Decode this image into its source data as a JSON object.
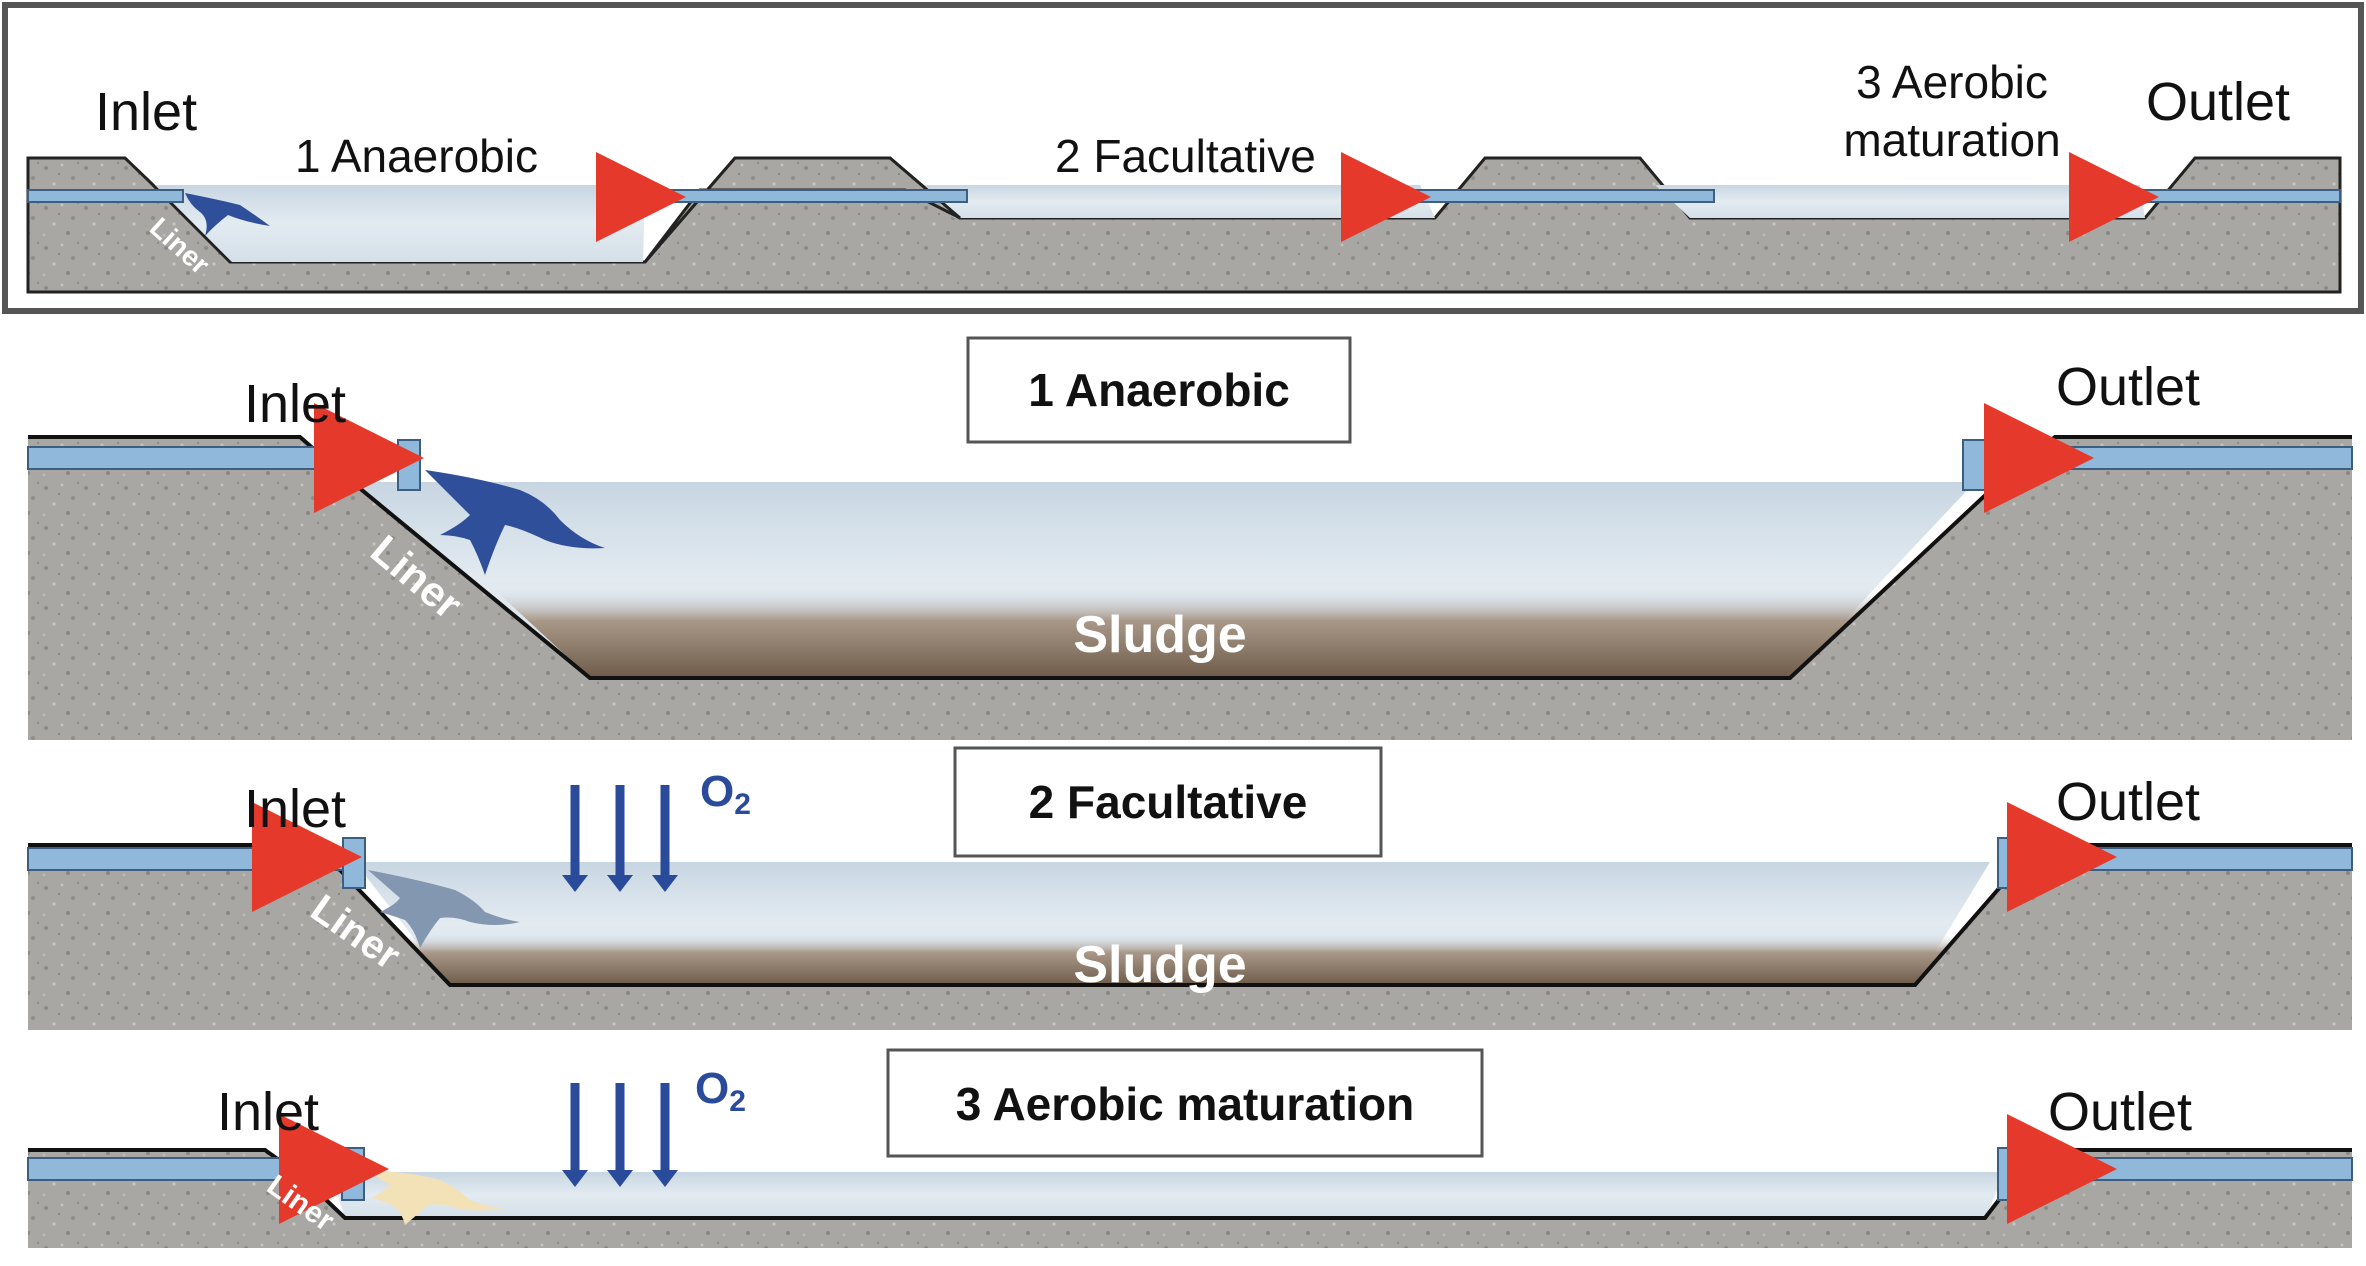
{
  "overview": {
    "inlet": "Inlet",
    "outlet": "Outlet",
    "pond1": "1 Anaerobic",
    "pond2": "2 Facultative",
    "pond3_line1": "3 Aerobic",
    "pond3_line2": "maturation",
    "liner": "Liner"
  },
  "anaerobic": {
    "title": "1 Anaerobic",
    "inlet": "Inlet",
    "outlet": "Outlet",
    "liner": "Liner",
    "sludge": "Sludge"
  },
  "facultative": {
    "title": "2 Facultative",
    "inlet": "Inlet",
    "outlet": "Outlet",
    "liner": "Liner",
    "sludge": "Sludge",
    "oxygen": "O",
    "oxygen_sub": "2"
  },
  "aerobic": {
    "title": "3 Aerobic maturation",
    "inlet": "Inlet",
    "outlet": "Outlet",
    "liner": "Liner",
    "oxygen": "O",
    "oxygen_sub": "2"
  },
  "colors": {
    "soil": "#a9a7a3",
    "water": "#d9e4ec",
    "pipe": "#8fb8db",
    "arrow": "#e53a2b",
    "oxygen": "#2a4a9a",
    "influent_anaerobic": "#2f4f9a",
    "influent_facultative": "#8497b0",
    "influent_aerobic": "#f3e2b8"
  }
}
